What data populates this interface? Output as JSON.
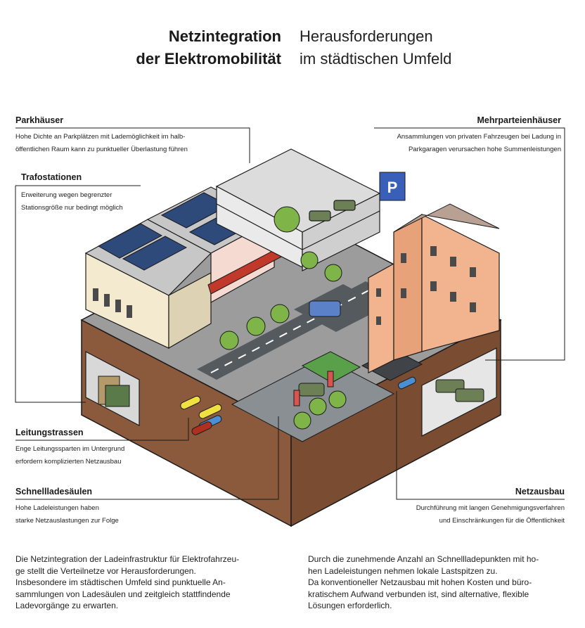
{
  "title": {
    "left_line1": "Netzintegration",
    "left_line2": "der Elektromobilität",
    "right_line1": "Herausforderungen",
    "right_line2": "im städtischen Umfeld"
  },
  "callouts": {
    "parkhaeuser": {
      "label": "Parkhäuser",
      "line1": "Hohe Dichte an Parkplätzen mit Lademöglichkeit im halb-",
      "line2": "öffentlichen Raum kann zu punktueller Überlastung führen"
    },
    "trafostationen": {
      "label": "Trafostationen",
      "line1": "Erweiterung wegen begrenzter",
      "line2": "Stationsgröße nur bedingt möglich"
    },
    "mehrparteienhaeuser": {
      "label": "Mehrparteienhäuser",
      "line1": "Ansammlungen von privaten Fahrzeugen bei Ladung in",
      "line2": "Parkgaragen verursachen hohe Summenleistungen"
    },
    "leitungstrassen": {
      "label": "Leitungstrassen",
      "line1": "Enge Leitungssparten im Untergrund",
      "line2": "erfordern komplizierten Netzausbau"
    },
    "schnellladesaeulen": {
      "label": "Schnellladesäulen",
      "line1": "Hohe Ladeleistungen haben",
      "line2": "starke Netzauslastungen zur Folge"
    },
    "netzausbau": {
      "label": "Netzausbau",
      "line1": "Durchführung mit langen Genehmigungsverfahren",
      "line2": "und Einschränkungen für die Öffentlichkeit"
    }
  },
  "paragraphs": {
    "left": [
      "Die Netzintegration der Ladeinfrastruktur für Elektrofahrzeu-",
      "ge stellt die Verteilnetze vor Herausforderungen.",
      "Insbesondere im städtischen Umfeld sind punktuelle An-",
      "sammlungen von Ladesäulen und zeitgleich stattfindende",
      "Ladevorgänge zu erwarten."
    ],
    "right": [
      "Durch die zunehmende Anzahl an Schnellladepunkten mit ho-",
      "hen Ladeleistungen nehmen lokale Lastspitzen zu.",
      "Da konventioneller Netzausbau mit hohen Kosten und büro-",
      "kratischem Aufwand verbunden ist, sind alternative, flexible",
      "Lösungen erforderlich."
    ]
  },
  "illustration": {
    "parking_sign": "P"
  },
  "colors": {
    "soil": "#8b5a3c",
    "soil_dark": "#6e4530",
    "road": "#555a5e",
    "grass": "#5aa04a",
    "solar": "#2d4a7a",
    "building_cream": "#f3ead0",
    "building_peach": "#f2b48f",
    "accent_red": "#c0392b"
  }
}
